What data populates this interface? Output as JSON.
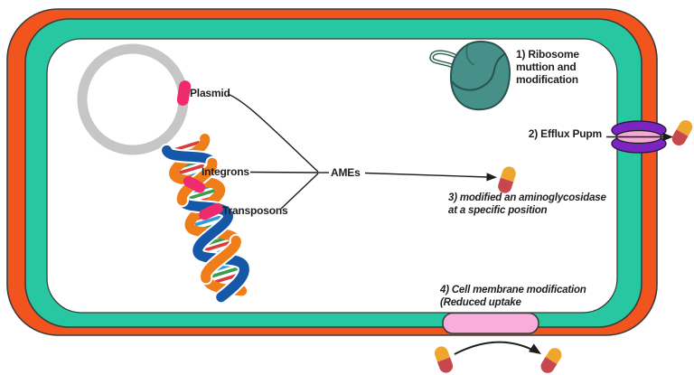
{
  "labels": {
    "plasmid": "Plasmid",
    "integrons": "Integrons",
    "transposons": "Transposons",
    "ames": "AMEs"
  },
  "mechanisms": {
    "m1": {
      "l1": "1) Ribosome",
      "l2": "muttion and",
      "l3": "modification"
    },
    "m2": {
      "l1": "2) Efflux Pupm"
    },
    "m3": {
      "l1": "3) modified an aminoglycosidase",
      "l2": "at a specific position"
    },
    "m4": {
      "l1": "4) Cell membrane modification",
      "l2": "(Reduced uptake"
    }
  },
  "colors": {
    "outer_membrane": "#F2541D",
    "inner_membrane": "#27C7A2",
    "outline_dark": "#3B3B3B",
    "plasmid_ring": "#C6C6C8",
    "gene_marker_pink": "#F02A6E",
    "ribosome_teal": "#47908A",
    "ribosome_outline": "#27544F",
    "pump_purple": "#7A24C2",
    "pump_channel_pink": "#F2AAD4",
    "membrane_patch_pink": "#F8ADDA",
    "drug_yellow": "#EFA62E",
    "drug_red": "#C8474E",
    "dna_blue": "#1558A8",
    "dna_orange": "#EF7D1A",
    "rung_green": "#3A9E4C",
    "rung_red": "#DD3B3B",
    "rung_blue": "#2E9FD9",
    "line_black": "#1D1D1B"
  }
}
